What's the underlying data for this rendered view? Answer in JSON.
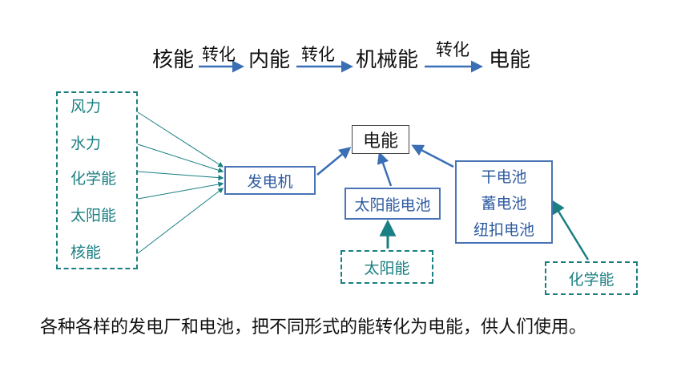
{
  "chain": {
    "words": [
      "核能",
      "内能",
      "机械能",
      "电能"
    ],
    "convert_label": "转化"
  },
  "sources": {
    "items": [
      "风力",
      "水力",
      "化学能",
      "太阳能",
      "核能"
    ]
  },
  "generator": {
    "label": "发电机"
  },
  "electric": {
    "label": "电能"
  },
  "solar_cell": {
    "label": "太阳能电池"
  },
  "solar_energy": {
    "label": "太阳能"
  },
  "batteries": {
    "items": [
      "干电池",
      "蓄电池",
      "纽扣电池"
    ]
  },
  "chemical": {
    "label": "化学能"
  },
  "caption": {
    "text": "各种各样的发电厂和电池，把不同形式的能转化为电能，供人们使用。"
  },
  "colors": {
    "teal": "#1a7f82",
    "blue": "#2d5aa0",
    "arrow_blue": "#3a6fb5"
  }
}
